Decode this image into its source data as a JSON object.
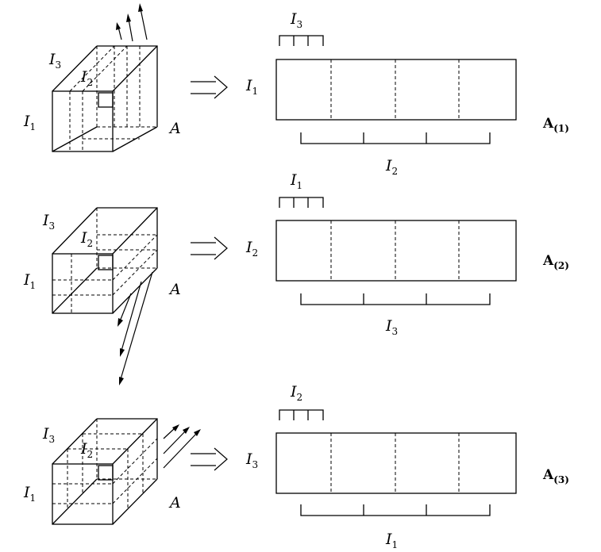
{
  "tensor_name": "A",
  "panels": [
    {
      "id": "mode-1",
      "front_label": "I",
      "front_sub": "1",
      "depth_label": "I",
      "depth_sub": "3",
      "inner_label": "I",
      "inner_sub": "2",
      "row_label": "I",
      "row_sub": "1",
      "top_label": "I",
      "top_sub": "3",
      "bottom_label": "I",
      "bottom_sub": "2",
      "matrix_label": "A",
      "matrix_sub": "(1)"
    },
    {
      "id": "mode-2",
      "front_label": "I",
      "front_sub": "1",
      "depth_label": "I",
      "depth_sub": "3",
      "inner_label": "I",
      "inner_sub": "2",
      "row_label": "I",
      "row_sub": "2",
      "top_label": "I",
      "top_sub": "1",
      "bottom_label": "I",
      "bottom_sub": "3",
      "matrix_label": "A",
      "matrix_sub": "(2)"
    },
    {
      "id": "mode-3",
      "front_label": "I",
      "front_sub": "1",
      "depth_label": "I",
      "depth_sub": "3",
      "inner_label": "I",
      "inner_sub": "2",
      "row_label": "I",
      "row_sub": "3",
      "top_label": "I",
      "top_sub": "2",
      "bottom_label": "I",
      "bottom_sub": "1",
      "matrix_label": "A",
      "matrix_sub": "(3)"
    }
  ]
}
